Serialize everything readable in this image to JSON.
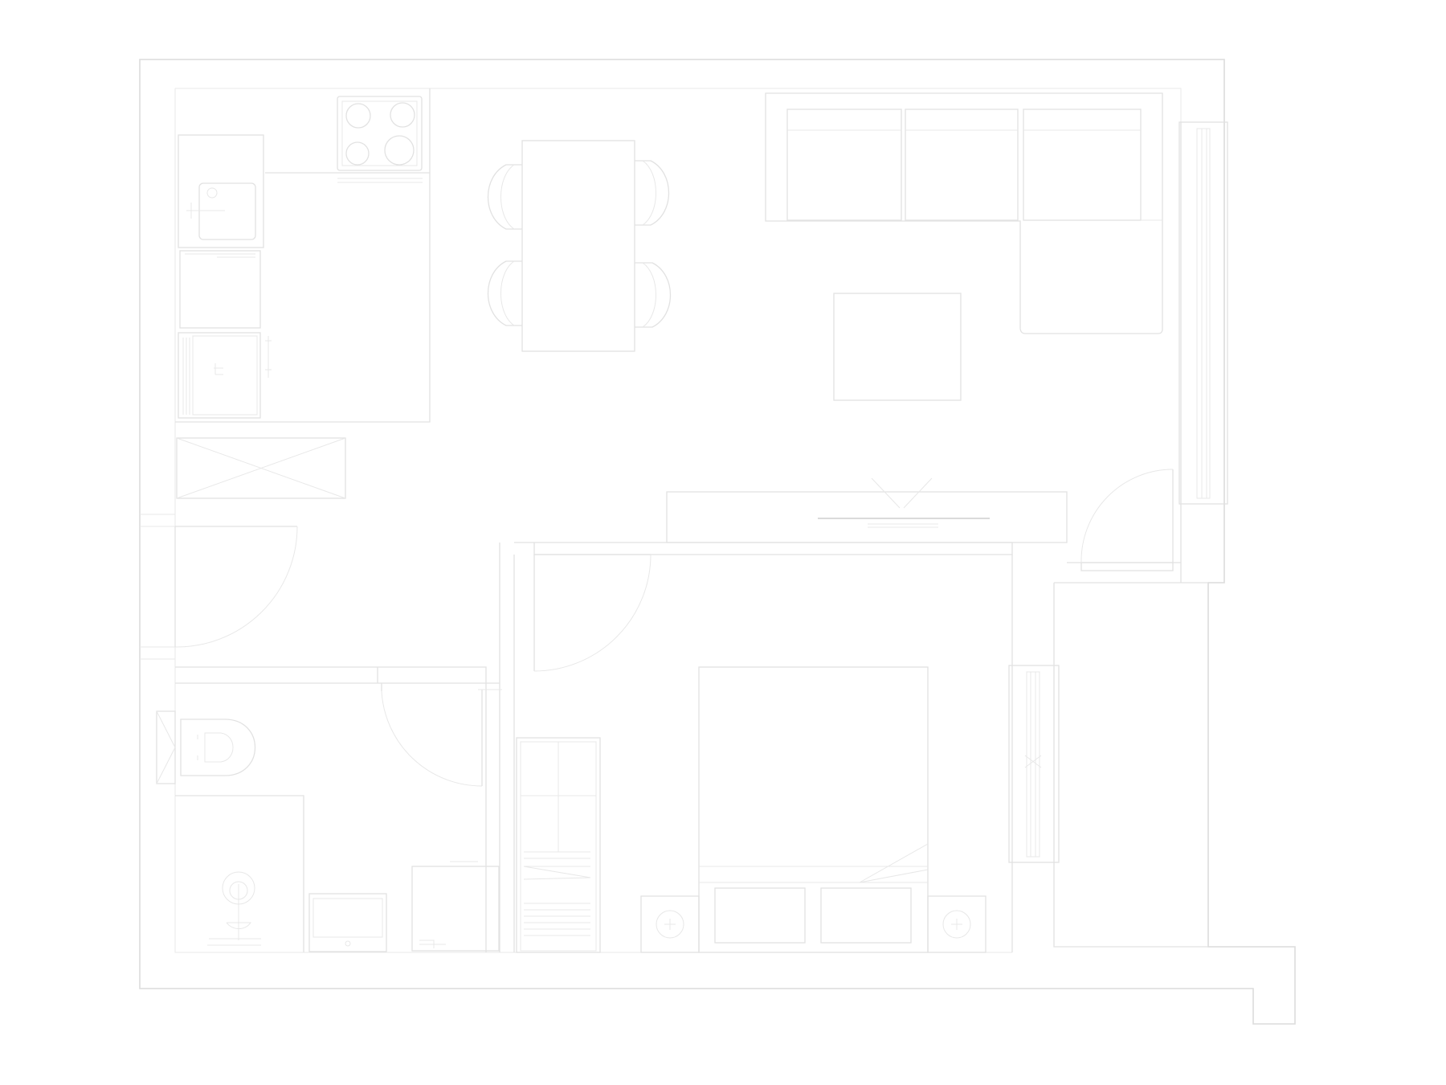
{
  "plan": {
    "colors": {
      "background": "#ffffff",
      "line": "#dcdcdc",
      "fixture": "#e2e2e2"
    },
    "rooms": [
      {
        "id": "kitchen-living",
        "label": ""
      },
      {
        "id": "entrance-hall",
        "label": ""
      },
      {
        "id": "bathroom",
        "label": ""
      },
      {
        "id": "bedroom",
        "label": ""
      },
      {
        "id": "balcony",
        "label": ""
      }
    ],
    "furniture": [
      "cooktop-icon",
      "sink-icon",
      "fridge-icon",
      "dining-table-icon",
      "chair-icon",
      "sofa-icon",
      "coffee-table-icon",
      "tv-icon",
      "wardrobe-icon",
      "toilet-icon",
      "shower-icon",
      "washbasin-icon",
      "washing-machine-icon",
      "bed-icon",
      "nightstand-icon",
      "window-icon",
      "door-icon"
    ]
  }
}
